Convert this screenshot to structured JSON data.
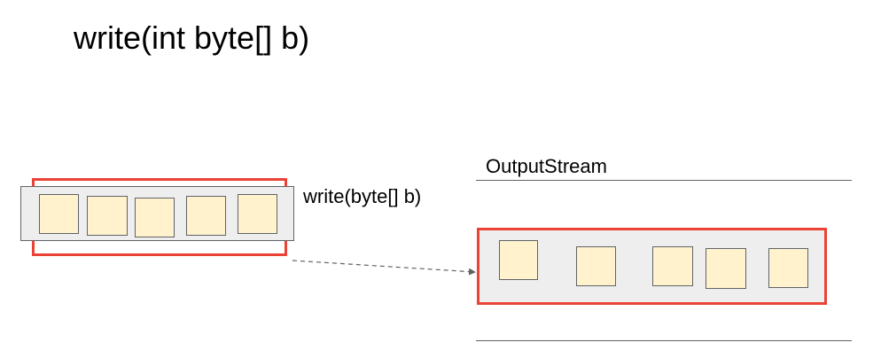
{
  "title": "write(int byte[] b)",
  "method_label": "write(byte[] b)",
  "stream_label": "OutputStream",
  "colors": {
    "frame": "#ea4335",
    "tray": "#eeeeee",
    "byte_fill": "#fff2cc",
    "byte_border": "#5f6368",
    "line": "#5f6368"
  },
  "source_bytes": 5,
  "stream_bytes": 5
}
